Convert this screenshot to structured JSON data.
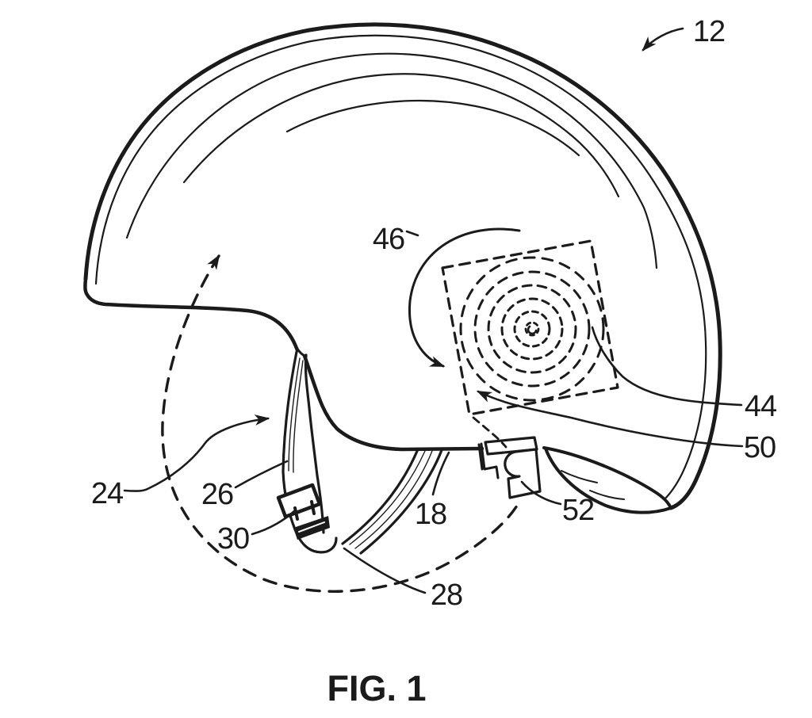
{
  "figure": {
    "caption": "FIG. 1",
    "reference_labels": {
      "ref_12": "12",
      "ref_18": "18",
      "ref_24": "24",
      "ref_26": "26",
      "ref_28": "28",
      "ref_30": "30",
      "ref_44": "44",
      "ref_46": "46",
      "ref_50": "50",
      "ref_52": "52"
    }
  },
  "colors": {
    "ink": "#1b1b1b",
    "background": "#ffffff"
  }
}
